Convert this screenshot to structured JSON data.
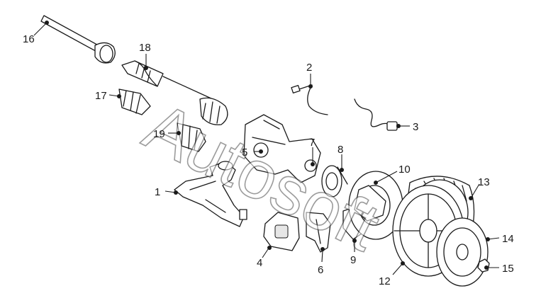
{
  "watermark": "Autosoft",
  "callouts": {
    "c1": "1",
    "c2": "2",
    "c3": "3",
    "c4": "4",
    "c5": "5",
    "c6": "6",
    "c7": "7",
    "c8": "8",
    "c9": "9",
    "c10": "10",
    "c11": "12",
    "c13": "13",
    "c14": "14",
    "c15": "15",
    "c16": "16",
    "c17": "17",
    "c18": "18",
    "c19": "19"
  }
}
